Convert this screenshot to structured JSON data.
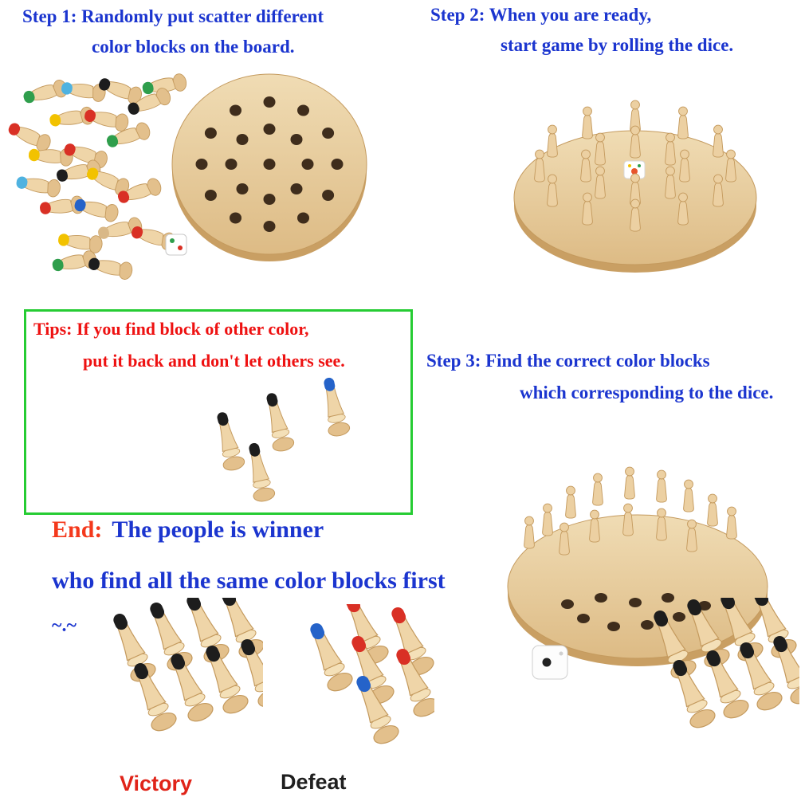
{
  "step1": {
    "line1": "Step 1: Randomly put scatter different",
    "line2": "color blocks on the board."
  },
  "step2": {
    "line1": "Step 2: When you are ready,",
    "line2": "start game by rolling the dice."
  },
  "step3": {
    "line1": "Step 3: Find the correct color blocks",
    "line2": "which corresponding to the dice."
  },
  "tips": {
    "line1": "Tips: If you find block of other color,",
    "line2": "put it back and don't let others see."
  },
  "end": {
    "prefix": "End:",
    "line1": "The people is winner",
    "line2": "who find all the same color blocks first",
    "line3": "~.~"
  },
  "labels": {
    "victory": "Victory",
    "defeat": "Defeat"
  },
  "palette": {
    "step_text": "#1b35cf",
    "tips_text": "#ee1111",
    "tips_border": "#26cc33",
    "end_accent": "#f4391c",
    "victory_label": "#e02419",
    "defeat_label": "#1f1f1f",
    "wood_light": "#f0dcb4",
    "wood_dark": "#ddbb85",
    "board_rim": "#c99f63",
    "hole": "#3f2d1c",
    "peg_red": "#d93025",
    "peg_blue": "#2563c9",
    "peg_skyblue": "#4fb2e0",
    "peg_green": "#2f9e4c",
    "peg_yellow": "#f2c200",
    "peg_black": "#1d1d1d",
    "peg_wood": "#d9b887"
  }
}
